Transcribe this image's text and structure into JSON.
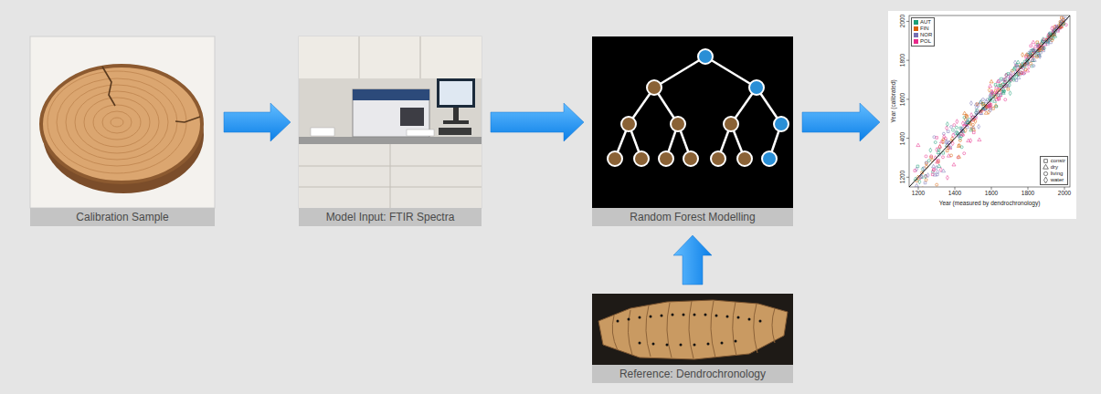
{
  "diagram": {
    "nodes": [
      {
        "text": [
          "Calibration Sample"
        ]
      },
      {
        "text": [
          "Model Input: FTIR Spectra"
        ]
      },
      {
        "text": [
          "Random Forest Modelling"
        ]
      },
      {
        "text": [
          "Year (calibrated)",
          "Year (measured by dendrochronology)"
        ]
      },
      {
        "text": [
          "Reference: Dendrochronology"
        ]
      }
    ],
    "edges": [
      {
        "from": 0,
        "to": 1,
        "arrow": "to"
      },
      {
        "from": 1,
        "to": 2,
        "arrow": "to"
      },
      {
        "from": 2,
        "to": 3,
        "arrow": "to"
      },
      {
        "from": 4,
        "to": 2,
        "arrow": "to"
      }
    ],
    "labels": [
      "2000",
      "1800",
      "1600",
      "1400",
      "1200",
      "1200",
      "1400",
      "1600",
      "1800",
      "2000"
    ],
    "legend": [
      {
        "text": "AUT",
        "color": "#1b9e77"
      },
      {
        "text": "FIN",
        "color": "#d95f02"
      },
      {
        "text": "NOR",
        "color": "#7570b3"
      },
      {
        "text": "POL",
        "color": "#e7298a"
      },
      {
        "text": "constr"
      },
      {
        "text": "dry"
      },
      {
        "text": "living"
      },
      {
        "text": "water"
      }
    ]
  }
}
